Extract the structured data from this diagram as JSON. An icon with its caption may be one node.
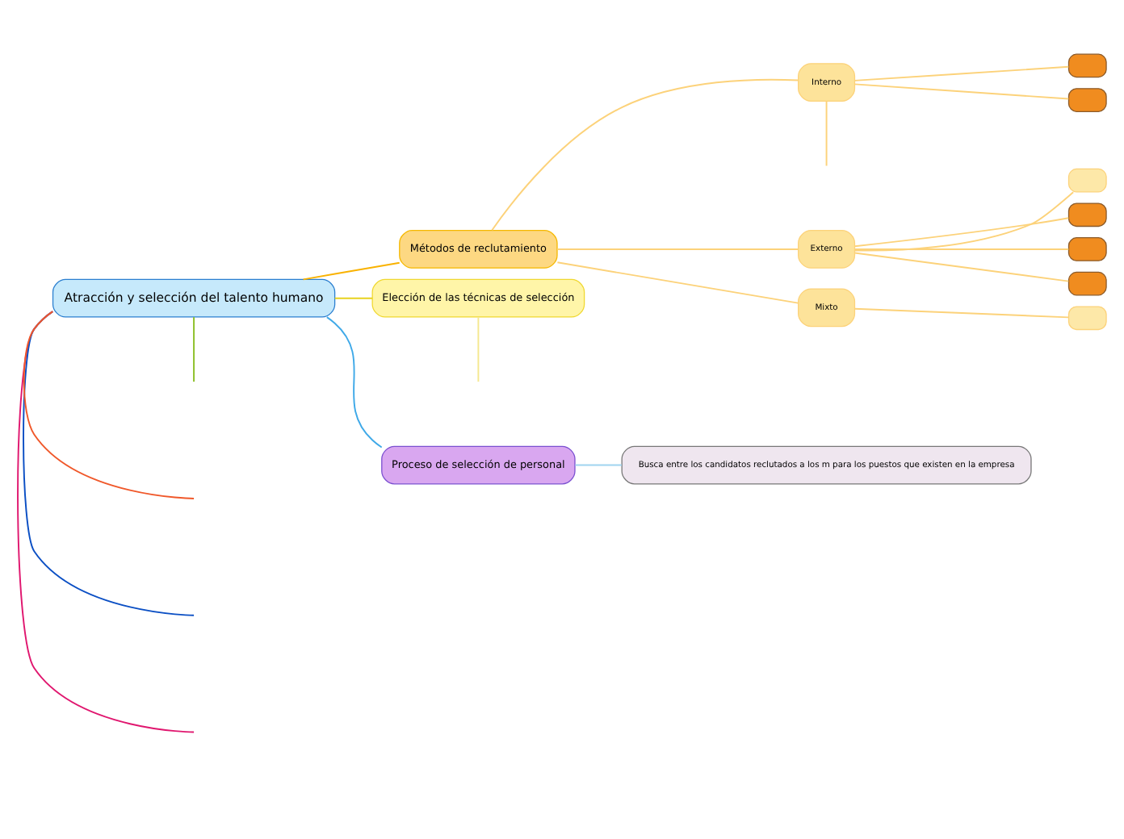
{
  "diagram": {
    "nodes": [
      {
        "text": [
          "Atracción y selección del talento humano"
        ]
      },
      {
        "text": [
          "Métodos de reclutamiento"
        ]
      },
      {
        "text": [
          "Interno"
        ]
      },
      {
        "text": [],
        "shape": "box"
      },
      {
        "text": [],
        "shape": "box"
      },
      {
        "text": [
          "Externo"
        ]
      },
      {
        "text": [],
        "shape": "box"
      },
      {
        "text": [],
        "shape": "box"
      },
      {
        "text": [],
        "shape": "box"
      },
      {
        "text": [],
        "shape": "box"
      },
      {
        "text": [
          "Mixto"
        ]
      },
      {
        "text": [],
        "shape": "box"
      },
      {
        "text": [
          "Elección de las técnicas de selección"
        ]
      },
      {
        "text": [
          "Proceso de selección de personal"
        ]
      },
      {
        "text": [
          "Busca entre los candidatos reclutados a los m para los puestos que existen en la empresa"
        ]
      }
    ],
    "edges": [
      {
        "from": 0,
        "to": null,
        "arrow": "none",
        "color": "#e0176f"
      },
      {
        "from": 0,
        "to": null,
        "arrow": "none",
        "color": "#0b4fc4"
      },
      {
        "from": 0,
        "to": null,
        "arrow": "none",
        "color": "#f0582a"
      },
      {
        "from": 0,
        "to": 1,
        "arrow": "none",
        "color": "#f9b200"
      },
      {
        "from": 1,
        "to": 2,
        "arrow": "none"
      },
      {
        "from": 2,
        "to": null,
        "arrow": "none"
      },
      {
        "from": 2,
        "to": 3,
        "arrow": "none"
      },
      {
        "from": 2,
        "to": 4,
        "arrow": "none"
      },
      {
        "from": 1,
        "to": 5,
        "arrow": "none"
      },
      {
        "from": 5,
        "to": 6,
        "arrow": "none"
      },
      {
        "from": 5,
        "to": 7,
        "arrow": "none"
      },
      {
        "from": 5,
        "to": 8,
        "arrow": "none"
      },
      {
        "from": 5,
        "to": 9,
        "arrow": "none"
      },
      {
        "from": 1,
        "to": 10,
        "arrow": "none"
      },
      {
        "from": 10,
        "to": 11,
        "arrow": "none"
      },
      {
        "from": 0,
        "to": 12,
        "arrow": "none",
        "color": "#e8d21e"
      },
      {
        "from": 12,
        "to": null,
        "arrow": "none",
        "color": "#f5e890"
      },
      {
        "from": 0,
        "to": 13,
        "arrow": "none",
        "color": "#3fa9e8"
      },
      {
        "from": 13,
        "to": 14,
        "arrow": "none",
        "color": "#9fd4f0"
      },
      {
        "from": 0,
        "to": null,
        "arrow": "none",
        "color": "#8cbf26"
      }
    ]
  }
}
